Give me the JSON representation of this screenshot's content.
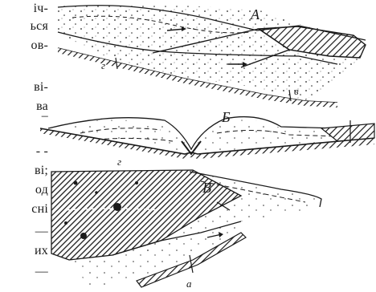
{
  "text_fragments": [
    "іч-",
    "ься",
    "ов-",
    "ві-",
    "ва",
    "–",
    "- -",
    "ві;",
    "од",
    "сні",
    "—",
    "их",
    "—"
  ],
  "diagram": {
    "panels": [
      {
        "label": "А",
        "sublabels": [
          "г",
          "в"
        ]
      },
      {
        "label": "Б",
        "sublabels": [
          "г"
        ]
      },
      {
        "label": "В",
        "sublabels": [
          "а"
        ]
      }
    ]
  }
}
